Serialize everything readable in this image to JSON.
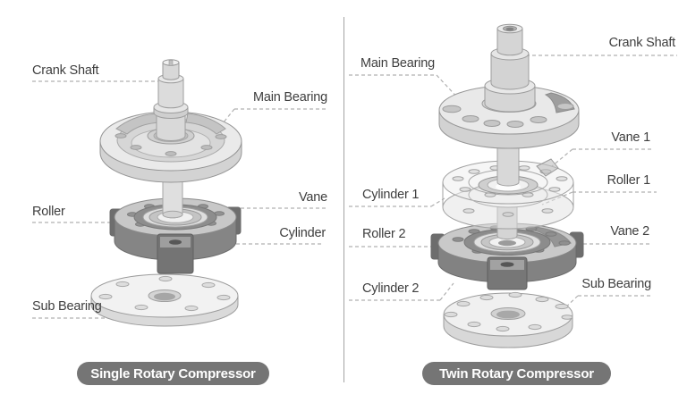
{
  "single": {
    "badge": "Single Rotary Compressor",
    "labels": {
      "crank_shaft": "Crank Shaft",
      "main_bearing": "Main Bearing",
      "vane": "Vane",
      "roller": "Roller",
      "cylinder": "Cylinder",
      "sub_bearing": "Sub Bearing"
    }
  },
  "twin": {
    "badge": "Twin Rotary Compressor",
    "labels": {
      "main_bearing": "Main Bearing",
      "crank_shaft": "Crank Shaft",
      "vane_1": "Vane 1",
      "roller_1": "Roller 1",
      "cylinder_1": "Cylinder 1",
      "roller_2": "Roller 2",
      "vane_2": "Vane 2",
      "cylinder_2": "Cylinder 2",
      "sub_bearing": "Sub Bearing"
    }
  },
  "colors": {
    "label_text": "#3e3e3e",
    "leader_line": "#b0b0b0",
    "badge_background": "#757575",
    "badge_text": "#ffffff",
    "divider": "#a3a3a3",
    "part_light": "#e9e9e9",
    "part_dark": "#828282"
  }
}
